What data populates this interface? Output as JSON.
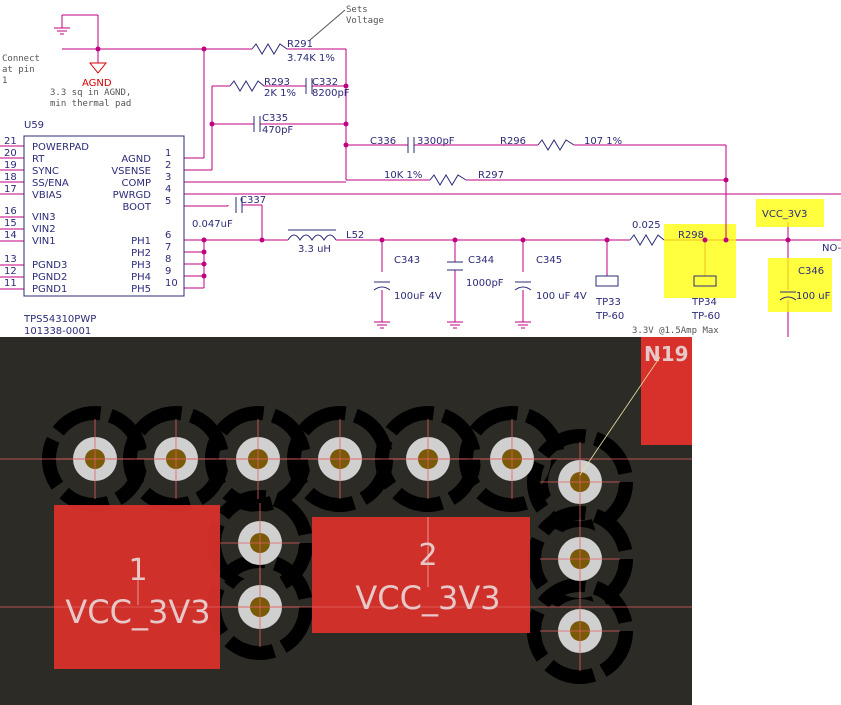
{
  "schematic": {
    "note_sets": "Sets",
    "note_voltage": "Voltage",
    "note_connect": "Connect",
    "note_atpin": "at pin",
    "note_one": "1",
    "agnd_label": "AGND",
    "agnd_note1": "3.3 sq in AGND,",
    "agnd_note2": "min thermal pad",
    "ic": {
      "ref": "U59",
      "part": "TPS54310PWP",
      "partnum": "101338-0001",
      "left_pins": [
        {
          "num": "21",
          "name": "POWERPAD"
        },
        {
          "num": "20",
          "name": "RT"
        },
        {
          "num": "19",
          "name": "SYNC"
        },
        {
          "num": "18",
          "name": "SS/ENA"
        },
        {
          "num": "17",
          "name": "VBIAS"
        },
        {
          "num": "16",
          "name": "VIN3"
        },
        {
          "num": "15",
          "name": "VIN2"
        },
        {
          "num": "14",
          "name": "VIN1"
        },
        {
          "num": "13",
          "name": "PGND3"
        },
        {
          "num": "12",
          "name": "PGND2"
        },
        {
          "num": "11",
          "name": "PGND1"
        }
      ],
      "right_pins": [
        {
          "num": "1",
          "name": "AGND"
        },
        {
          "num": "2",
          "name": "VSENSE"
        },
        {
          "num": "3",
          "name": "COMP"
        },
        {
          "num": "4",
          "name": "PWRGD"
        },
        {
          "num": "5",
          "name": "BOOT"
        },
        {
          "num": "6",
          "name": "PH1"
        },
        {
          "num": "7",
          "name": "PH2"
        },
        {
          "num": "8",
          "name": "PH3"
        },
        {
          "num": "9",
          "name": "PH4"
        },
        {
          "num": "10",
          "name": "PH5"
        }
      ]
    },
    "r291": {
      "ref": "R291",
      "val": "3.74K 1%"
    },
    "r293": {
      "ref": "R293",
      "val": "2K 1%"
    },
    "c332": {
      "ref": "C332",
      "val": "8200pF"
    },
    "c335": {
      "ref": "C335",
      "val": "470pF"
    },
    "c336": {
      "ref": "C336",
      "val": "3300pF"
    },
    "r296": {
      "ref": "R296",
      "val": "107 1%"
    },
    "r297": {
      "ref": "R297",
      "val": "10K 1%"
    },
    "c337": {
      "ref": "C337",
      "val": "0.047uF"
    },
    "l52": {
      "ref": "L52",
      "val": "3.3 uH"
    },
    "c343": {
      "ref": "C343",
      "val": "100uF 4V"
    },
    "c344": {
      "ref": "C344",
      "val": "1000pF"
    },
    "c345": {
      "ref": "C345",
      "val": "100 uF 4V"
    },
    "tp33": {
      "ref": "TP33",
      "val": "TP-60"
    },
    "tp34": {
      "ref": "TP34",
      "val": "TP-60"
    },
    "r298": {
      "ref": "R298",
      "val": "0.025"
    },
    "c346": {
      "ref": "C346",
      "val": "100 uF"
    },
    "vcc_label": "VCC_3V3",
    "no_label": "NO-",
    "out_note": "3.3V @1.5Amp Max"
  },
  "pcb": {
    "pad1_num": "1",
    "pad1_net": "VCC_3V3",
    "pad2_num": "2",
    "pad2_net": "VCC_3V3",
    "corner_label": "N19",
    "colors": {
      "board": "#2d2b25",
      "copper": "#d8302a",
      "antipad": "#000000",
      "via_ring": "#d0d0d0",
      "via_hole": "#7a5a08"
    }
  }
}
